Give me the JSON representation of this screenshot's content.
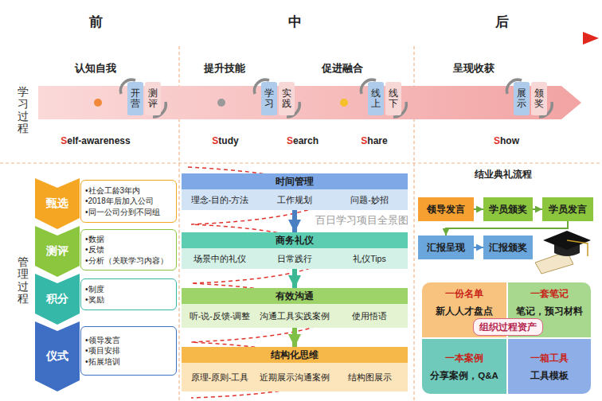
{
  "diagram": {
    "nodes": [
      {
        "text": [
          "开营"
        ]
      },
      {
        "text": [
          "测评"
        ]
      },
      {
        "text": [
          "学习"
        ]
      },
      {
        "text": [
          "实践"
        ]
      },
      {
        "text": [
          "线上"
        ]
      },
      {
        "text": [
          "线下"
        ]
      },
      {
        "text": [
          "展示"
        ]
      },
      {
        "text": [
          "颁奖"
        ]
      },
      {
        "text": [
          "甄选"
        ]
      },
      {
        "text": [
          "•社会工龄3年内",
          "•2018年后加入公司",
          "•同一公司分到不同组"
        ]
      },
      {
        "text": [
          "测评"
        ]
      },
      {
        "text": [
          "•数据",
          "•反馈",
          "•分析（关联学习内容）"
        ]
      },
      {
        "text": [
          "积分"
        ]
      },
      {
        "text": [
          "•制度",
          "•奖励"
        ]
      },
      {
        "text": [
          "仪式"
        ]
      },
      {
        "text": [
          "•领导发言",
          "•项目安排",
          "•拓展培训"
        ]
      },
      {
        "text": [
          "时间管理"
        ]
      },
      {
        "text": [
          "理念-目的-方法"
        ],
        "in": 16
      },
      {
        "text": [
          "工作规划"
        ],
        "in": 16
      },
      {
        "text": [
          "问题-妙招"
        ],
        "in": 16
      },
      {
        "text": [
          "商务礼仪"
        ]
      },
      {
        "text": [
          "场景中的礼仪"
        ],
        "in": 20
      },
      {
        "text": [
          "日常践行"
        ],
        "in": 20
      },
      {
        "text": [
          "礼仪Tips"
        ],
        "in": 20
      },
      {
        "text": [
          "有效沟通"
        ]
      },
      {
        "text": [
          "听-说-反馈-调整"
        ],
        "in": 24
      },
      {
        "text": [
          "沟通工具实践案例"
        ],
        "in": 24
      },
      {
        "text": [
          "使用悟语"
        ],
        "in": 24
      },
      {
        "text": [
          "结构化思维"
        ]
      },
      {
        "text": [
          "原理-原则-工具"
        ],
        "in": 28
      },
      {
        "text": [
          "近期展示沟通案例"
        ],
        "in": 28
      },
      {
        "text": [
          "结构图展示"
        ],
        "in": 28
      },
      {
        "text": [
          "领导发言"
        ]
      },
      {
        "text": [
          "学员颁奖"
        ]
      },
      {
        "text": [
          "学员发言"
        ]
      },
      {
        "text": [
          "汇报呈现"
        ]
      },
      {
        "text": [
          "汇报颁奖"
        ]
      },
      {
        "text": [
          "一份名单",
          "新人人才盘点"
        ]
      },
      {
        "text": [
          "一套笔记",
          "笔记，预习材料"
        ]
      },
      {
        "text": [
          "一本案例",
          "分享案例，Q&A"
        ]
      },
      {
        "text": [
          "一箱工具",
          "工具模板"
        ]
      },
      {
        "text": [
          "组织过程资产"
        ]
      }
    ],
    "edges": [
      {
        "from": 16,
        "to": 20,
        "arrow": "to"
      },
      {
        "from": 20,
        "to": 24,
        "arrow": "to"
      },
      {
        "from": 24,
        "to": 28,
        "arrow": "to"
      },
      {
        "from": 32,
        "to": 33,
        "arrow": "to"
      },
      {
        "from": 33,
        "to": 34,
        "arrow": "to"
      },
      {
        "from": 34,
        "to": 35,
        "arrow": "to"
      },
      {
        "from": 35,
        "to": 36,
        "arrow": "to"
      }
    ],
    "labels": [
      "前",
      "中",
      "后",
      "学习过程",
      "认知自我",
      "提升技能",
      "促进融合",
      "呈现收获",
      "Self-awareness",
      "Study",
      "Search",
      "Share",
      "Show",
      "管理过程",
      "百日学习项目全景图",
      "结业典礼流程"
    ]
  }
}
